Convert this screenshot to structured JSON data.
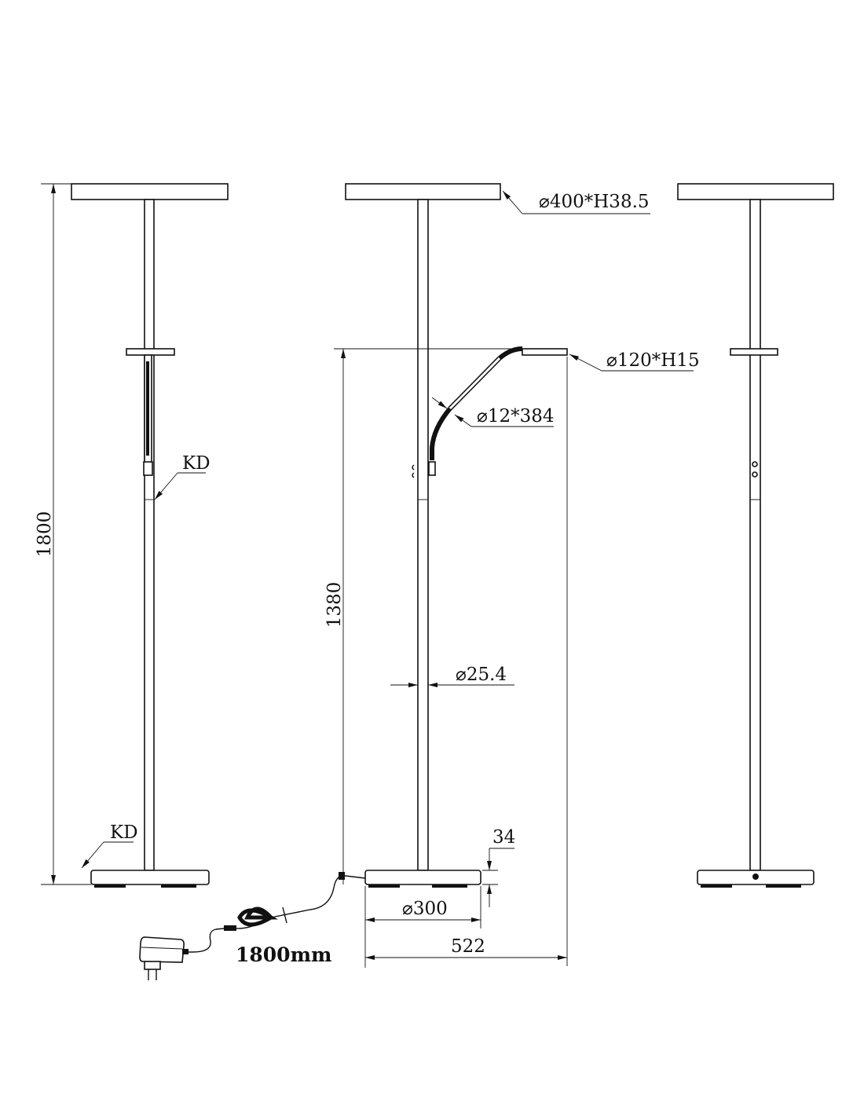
{
  "labels": {
    "total_height": "1800",
    "reading_height": "1380",
    "head_dim": "⌀400*H38.5",
    "reading_head_dim": "⌀120*H15",
    "arm_dim": "⌀12*384",
    "pole_dim": "⌀25.4",
    "base_height": "34",
    "base_dim": "⌀300",
    "total_width": "522",
    "kd_upper": "KD",
    "kd_lower": "KD",
    "cord_length": "1800mm"
  },
  "colors": {
    "line": "#111111",
    "background": "#ffffff"
  }
}
